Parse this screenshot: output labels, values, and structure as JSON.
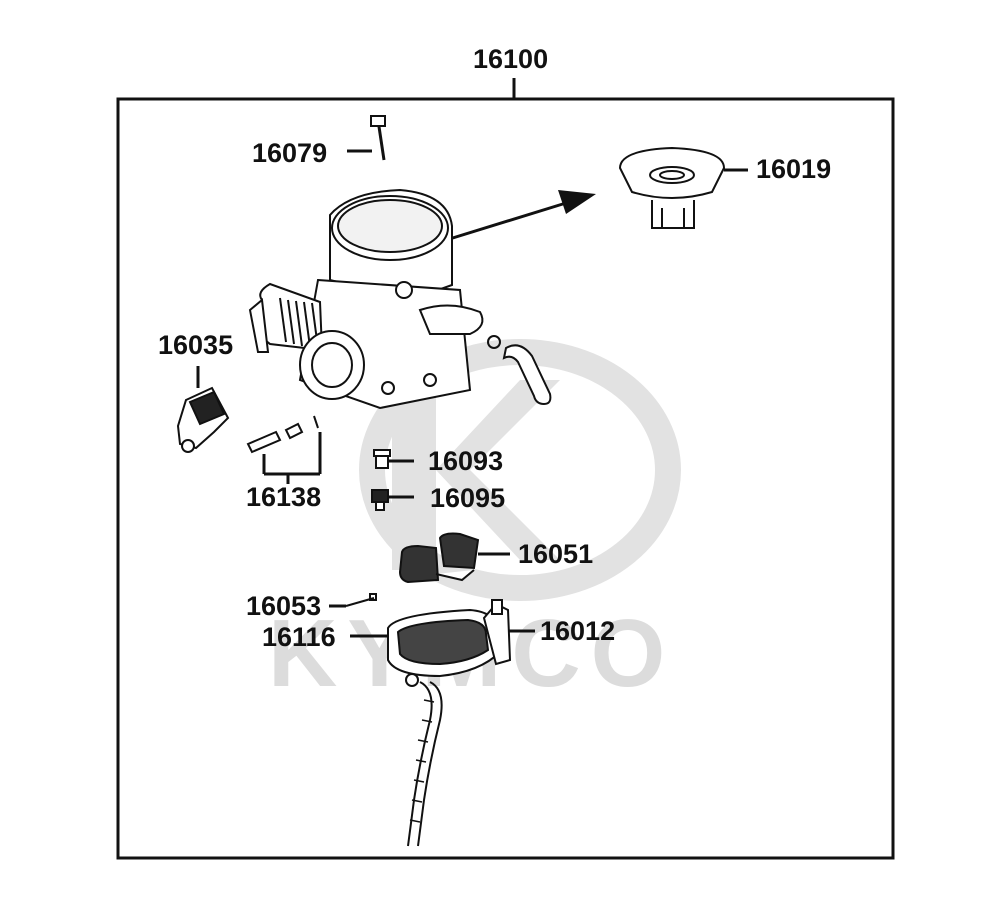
{
  "diagram": {
    "assembly_label": "16100",
    "watermark_brand": "KYMCO",
    "parts": {
      "p16079": "16079",
      "p16019": "16019",
      "p16035": "16035",
      "p16138": "16138",
      "p16093": "16093",
      "p16095": "16095",
      "p16051": "16051",
      "p16053": "16053",
      "p16116": "16116",
      "p16012": "16012"
    }
  }
}
